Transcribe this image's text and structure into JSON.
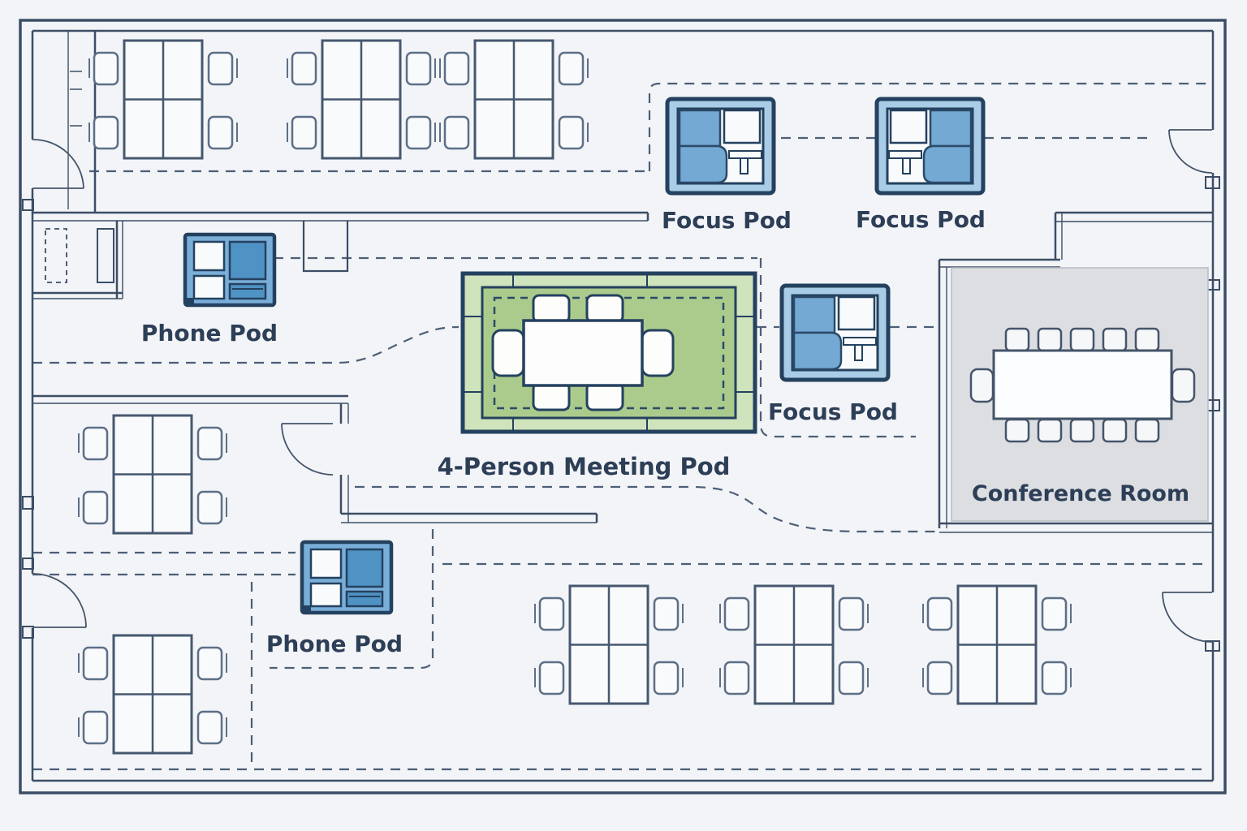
{
  "diagram": {
    "type": "office-floor-plan",
    "labels": {
      "focus_pod_top_left": "Focus Pod",
      "focus_pod_top_right": "Focus Pod",
      "focus_pod_center": "Focus Pod",
      "phone_pod_upper": "Phone Pod",
      "phone_pod_lower": "Phone Pod",
      "meeting_pod": "4-Person Meeting Pod",
      "conference_room": "Conference Room"
    },
    "inventory": {
      "desk_clusters": 8,
      "seats_per_desk_cluster": 4,
      "focus_pods": 3,
      "phone_pods": 2,
      "meeting_pod_chairs": 6,
      "conference_room_chairs": 12
    },
    "colors": {
      "background": "#f2f4f7",
      "wall_line": "#3c4e66",
      "dashed_path": "#4d5e76",
      "pod_border": "#24415f",
      "pod_fill_light": "#a9cde7",
      "pod_fill_medium": "#74a9d4",
      "pod_fill_dark": "#4f92c4",
      "phone_pod_fill": "#79aed8",
      "meeting_pod_outer_green": "#cfe3bc",
      "meeting_pod_inner_green": "#abcb8d",
      "conference_fill": "#dcdee1",
      "furniture_fill": "#f9fafc",
      "label_text": "#2d3e57"
    }
  }
}
